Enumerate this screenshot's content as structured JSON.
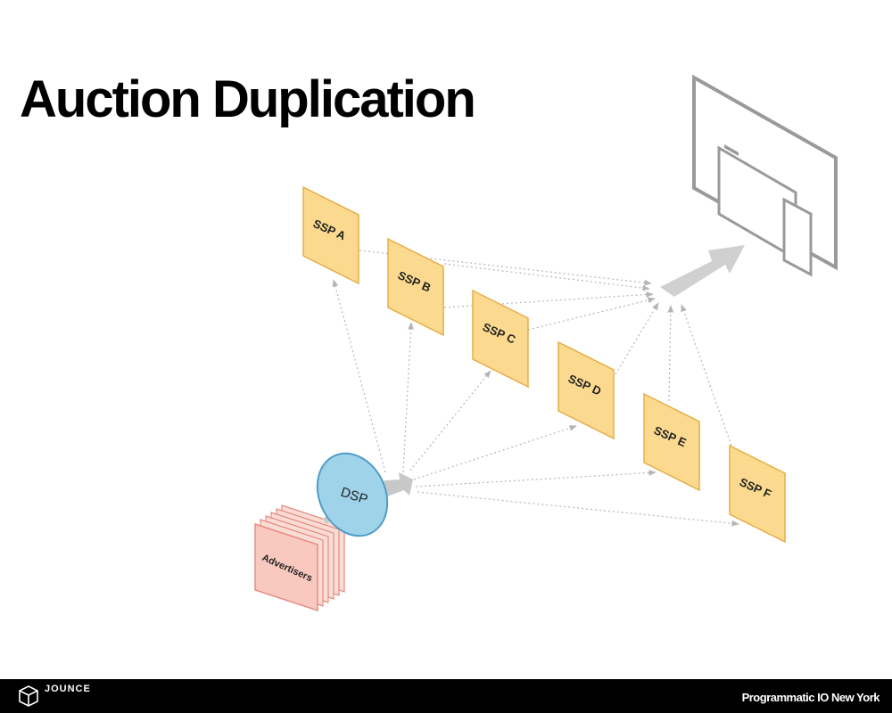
{
  "slide": {
    "title": "Auction Duplication"
  },
  "diagram": {
    "dsp_label": "DSP",
    "advertisers_label": "Advertisers",
    "ssps": [
      {
        "id": "a",
        "label": "SSP A"
      },
      {
        "id": "b",
        "label": "SSP B"
      },
      {
        "id": "c",
        "label": "SSP C"
      },
      {
        "id": "d",
        "label": "SSP D"
      },
      {
        "id": "e",
        "label": "SSP E"
      },
      {
        "id": "f",
        "label": "SSP F"
      }
    ],
    "colors": {
      "ssp_fill": "#FBD98E",
      "ssp_border": "#E4B04C",
      "dsp_fill": "#9FD3EA",
      "dsp_border": "#4E9CC6",
      "advertiser_fill": "#F9C9C0",
      "advertiser_border": "#E58C80",
      "arrow": "#B5B5B5",
      "device": "#9A9A9A"
    }
  },
  "footer": {
    "logo_text": "JOUNCE",
    "event_text": "Programmatic IO New York"
  }
}
